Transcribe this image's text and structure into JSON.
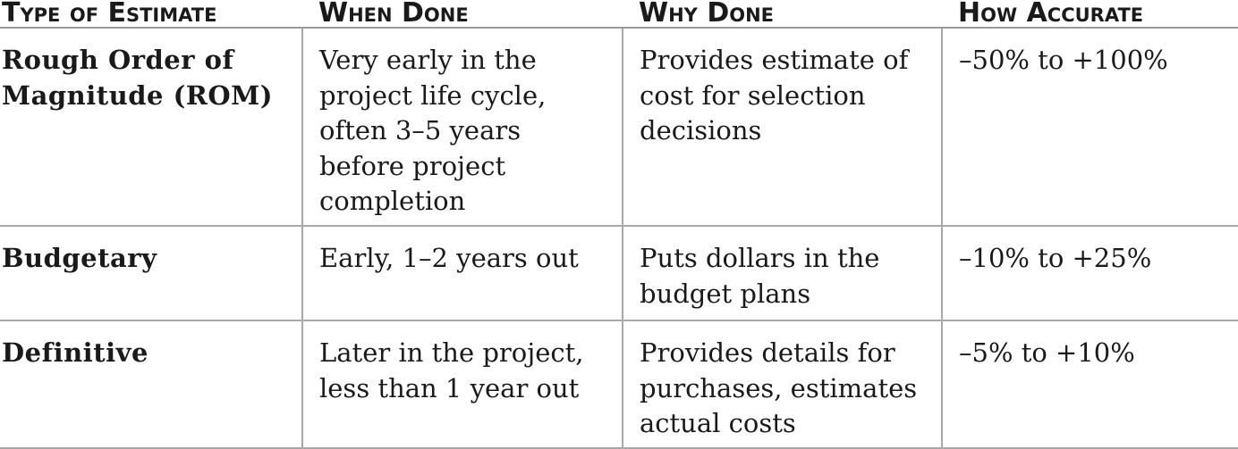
{
  "headers": [
    "Type of Estimate",
    "When Done",
    "Why Done",
    "How Accurate"
  ],
  "rows": [
    {
      "type": "Rough Order of Magnitude (ROM)",
      "when": "Very early in the project life cycle, often 3–5 years before project completion",
      "why": "Provides estimate of cost for selection decisions",
      "accuracy": "–50% to +100%"
    },
    {
      "type": "Budgetary",
      "when": "Early, 1–2 years out",
      "why": "Puts dollars in the budget plans",
      "accuracy": "–10% to +25%"
    },
    {
      "type": "Definitive",
      "when": "Later in the project, less than 1 year out",
      "why": "Provides details for purchases, estimates actual costs",
      "accuracy": "–5% to +10%"
    }
  ]
}
